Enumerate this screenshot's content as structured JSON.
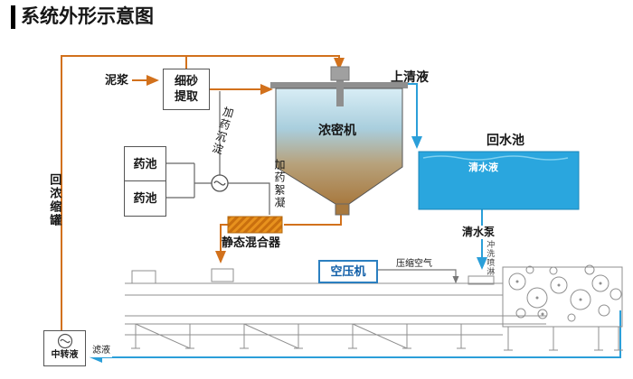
{
  "title": "系统外形示意图",
  "colors": {
    "pipe_orange": "#d2711c",
    "pipe_blue": "#2b9fd9",
    "pipe_gray": "#6e6e6e",
    "pool_fill": "#2aa6de",
    "mixer_orange": "#e8921e",
    "compressor_border": "#2b7fc0",
    "tank_top": "#d8edf5",
    "tank_bottom": "#a8793f"
  },
  "nodes": {
    "mud": {
      "label": "泥浆"
    },
    "fine_sand": {
      "label": "细砂提取"
    },
    "supernatant": {
      "label": "上清液"
    },
    "thickener": {
      "label": "浓密机"
    },
    "return_pool": {
      "label": "回水池"
    },
    "clear_water": {
      "label": "清水液"
    },
    "clear_water_pump": {
      "label": "清水泵"
    },
    "flush_spray": {
      "label": "冲洗喷淋"
    },
    "chem_pool_1": {
      "label": "药池"
    },
    "chem_pool_2": {
      "label": "药池"
    },
    "dosing_sedimentation": {
      "label": "加药沉淀"
    },
    "dosing_flocculation": {
      "label": "加药絮凝"
    },
    "static_mixer": {
      "label": "静态混合器"
    },
    "air_compressor": {
      "label": "空压机"
    },
    "compressed_air": {
      "label": "压缩空气"
    },
    "return_concentrate_tank": {
      "label": "回浓缩罐"
    },
    "transfer_liquid": {
      "label": "中转液"
    },
    "filtrate": {
      "label": "滤液"
    }
  }
}
